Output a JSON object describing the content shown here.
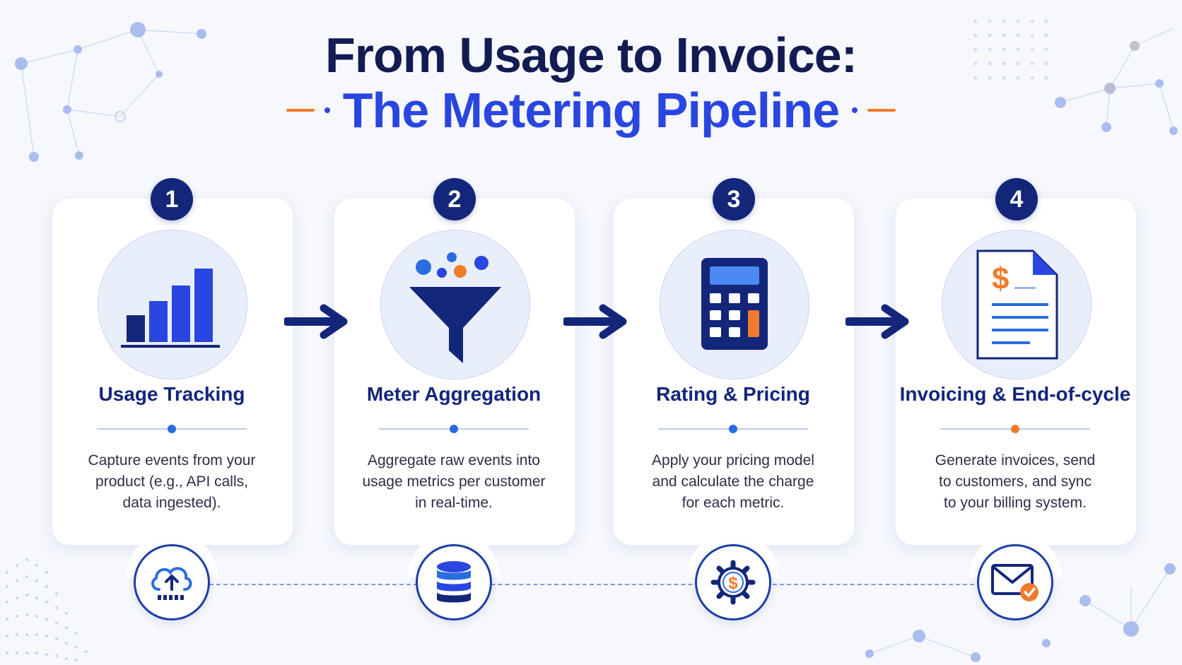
{
  "title": {
    "line1": "From Usage to Invoice:",
    "line2": "The Metering Pipeline"
  },
  "colors": {
    "navy": "#14267a",
    "royal_blue": "#2a46e0",
    "orange": "#f07b2a",
    "light_blue": "#e9eefb"
  },
  "steps": [
    {
      "number": "1",
      "title": "Usage Tracking",
      "description": "Capture events from your\nproduct (e.g., API calls,\ndata ingested).",
      "main_icon": "bar-chart-icon",
      "bottom_icon": "cloud-upload-icon",
      "divider_dot_color": "#2a6de0"
    },
    {
      "number": "2",
      "title": "Meter Aggregation",
      "description": "Aggregate raw events into\nusage metrics per customer\nin real-time.",
      "main_icon": "funnel-icon",
      "bottom_icon": "database-icon",
      "divider_dot_color": "#2a6de0"
    },
    {
      "number": "3",
      "title": "Rating & Pricing",
      "description": "Apply your pricing model\nand calculate the charge\nfor each metric.",
      "main_icon": "calculator-icon",
      "bottom_icon": "dollar-gear-icon",
      "divider_dot_color": "#2a6de0"
    },
    {
      "number": "4",
      "title": "Invoicing & End-of-cycle",
      "description": "Generate invoices, send\nto customers, and sync\nto your billing system.",
      "main_icon": "invoice-document-icon",
      "bottom_icon": "email-check-icon",
      "divider_dot_color": "#f07b2a"
    }
  ]
}
